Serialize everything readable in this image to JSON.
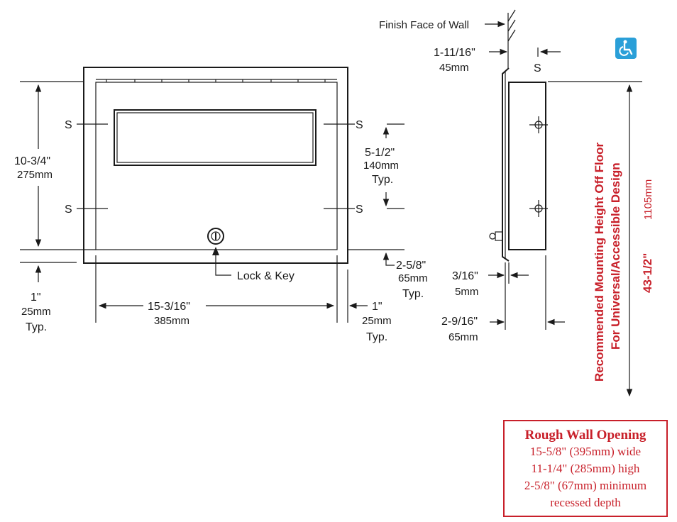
{
  "front_view": {
    "s_top_left": "S",
    "s_bottom_left": "S",
    "s_top_right": "S",
    "s_bottom_right": "S",
    "height_in": "10-3/4\"",
    "height_mm": "275mm",
    "width_in": "15-3/16\"",
    "width_mm": "385mm",
    "left_margin_in": "1\"",
    "left_margin_mm": "25mm",
    "left_margin_typ": "Typ.",
    "right_margin_in": "1\"",
    "right_margin_mm": "25mm",
    "right_margin_typ": "Typ.",
    "screw_spacing_in": "5-1/2\"",
    "screw_spacing_mm": "140mm",
    "screw_spacing_typ": "Typ.",
    "bottom_offset_in": "2-5/8\"",
    "bottom_offset_mm": "65mm",
    "bottom_offset_typ": "Typ.",
    "lock_label": "Lock & Key"
  },
  "side_view": {
    "finish_face_label": "Finish Face of Wall",
    "flange_in": "1-11/16\"",
    "flange_mm": "45mm",
    "s_label": "S",
    "face_in": "3/16\"",
    "face_mm": "5mm",
    "depth_in": "2-9/16\"",
    "depth_mm": "65mm"
  },
  "mounting": {
    "line1": "Recommended Mounting Height Off Floor",
    "line2": "For Universal/Accessible Design",
    "height_in": "43-1/2\"",
    "height_mm": "1105mm"
  },
  "rough_wall_opening": {
    "title": "Rough Wall Opening",
    "lines": [
      "15-5/8\" (395mm) wide",
      "11-1/4\" (285mm) high",
      "2-5/8\" (67mm) minimum",
      "recessed depth"
    ]
  },
  "icons": {
    "accessibility": "wheelchair-icon"
  },
  "colors": {
    "accent_red": "#c8202a",
    "access_blue": "#2a9fd8"
  }
}
